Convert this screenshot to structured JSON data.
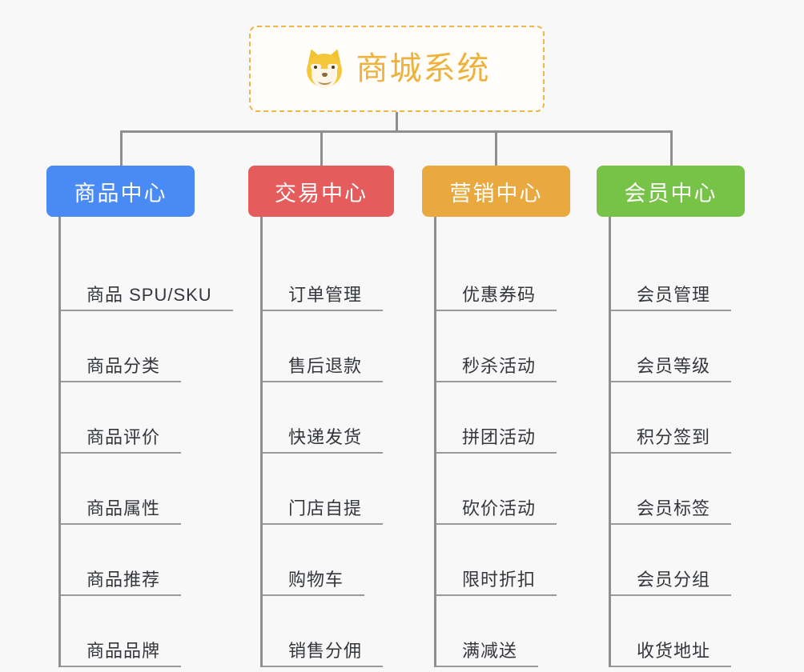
{
  "diagram": {
    "type": "mindmap",
    "title": "商城系统",
    "background_color": "#f8f8f8",
    "root": {
      "label": "商城系统",
      "icon": "shiba-inu-dog-icon",
      "text_color": "#eeb13c",
      "border_color": "#f0b544",
      "border_style": "dashed"
    },
    "categories": [
      {
        "label": "商品中心",
        "color": "#4a8af4",
        "items": [
          "商品 SPU/SKU",
          "商品分类",
          "商品评价",
          "商品属性",
          "商品推荐",
          "商品品牌"
        ]
      },
      {
        "label": "交易中心",
        "color": "#e55c5c",
        "items": [
          "订单管理",
          "售后退款",
          "快递发货",
          "门店自提",
          "购物车",
          "销售分佣"
        ]
      },
      {
        "label": "营销中心",
        "color": "#eaa93e",
        "items": [
          "优惠券码",
          "秒杀活动",
          "拼团活动",
          "砍价活动",
          "限时折扣",
          "满减送"
        ]
      },
      {
        "label": "会员中心",
        "color": "#76c347",
        "items": [
          "会员管理",
          "会员等级",
          "积分签到",
          "会员标签",
          "会员分组",
          "收货地址"
        ]
      }
    ],
    "connector_color": "#8f8f8f",
    "item_underline_color": "#9a9a9a"
  }
}
